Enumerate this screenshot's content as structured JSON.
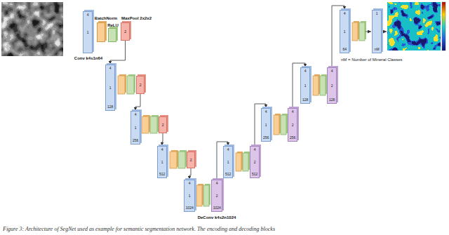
{
  "diagram": {
    "caption": "Figure 3: Architecture of SegNet used as example for semantic segmentation network. The encoding and decoding blocks",
    "nodes": [
      {
        "text": [
          "4",
          "1",
          "Conv k4s1n64"
        ]
      },
      {
        "text": [
          "BatchNorm"
        ]
      },
      {
        "text": [
          "ReLU"
        ]
      },
      {
        "text": [
          "2",
          "MaxPool 2x2x2"
        ]
      },
      {
        "text": [
          "4",
          "1",
          "128"
        ]
      },
      {
        "text": [
          "2"
        ]
      },
      {
        "text": [
          "4",
          "1",
          "256"
        ]
      },
      {
        "text": [
          "2"
        ]
      },
      {
        "text": [
          "4",
          "1",
          "512"
        ]
      },
      {
        "text": [
          "2"
        ]
      },
      {
        "text": [
          "4",
          "1",
          "1024"
        ]
      },
      {
        "text": [
          "4",
          "2",
          "1024",
          "DeConv k4s2n1024"
        ]
      },
      {
        "text": [
          "4",
          "1",
          "512"
        ]
      },
      {
        "text": [
          "4",
          "2",
          "512"
        ]
      },
      {
        "text": [
          "4",
          "1",
          "256"
        ]
      },
      {
        "text": [
          "4",
          "2",
          "256"
        ]
      },
      {
        "text": [
          "4",
          "1",
          "128"
        ]
      },
      {
        "text": [
          "4",
          "2",
          "128"
        ]
      },
      {
        "text": [
          "4",
          "1",
          "64"
        ]
      },
      {
        "text": [
          "1",
          "nM"
        ]
      }
    ],
    "edges": [
      {
        "from": 3,
        "to": 4,
        "arrow": "to"
      },
      {
        "from": 5,
        "to": 6,
        "arrow": "to"
      },
      {
        "from": 7,
        "to": 8,
        "arrow": "to"
      },
      {
        "from": 9,
        "to": 10,
        "arrow": "to"
      },
      {
        "from": 11,
        "to": 12,
        "arrow": "to"
      },
      {
        "from": 13,
        "to": 14,
        "arrow": "to"
      },
      {
        "from": 15,
        "to": 16,
        "arrow": "to"
      },
      {
        "from": 17,
        "to": 18,
        "arrow": "to"
      }
    ],
    "labels": [
      "nM = Number of Mineral Classes"
    ]
  }
}
